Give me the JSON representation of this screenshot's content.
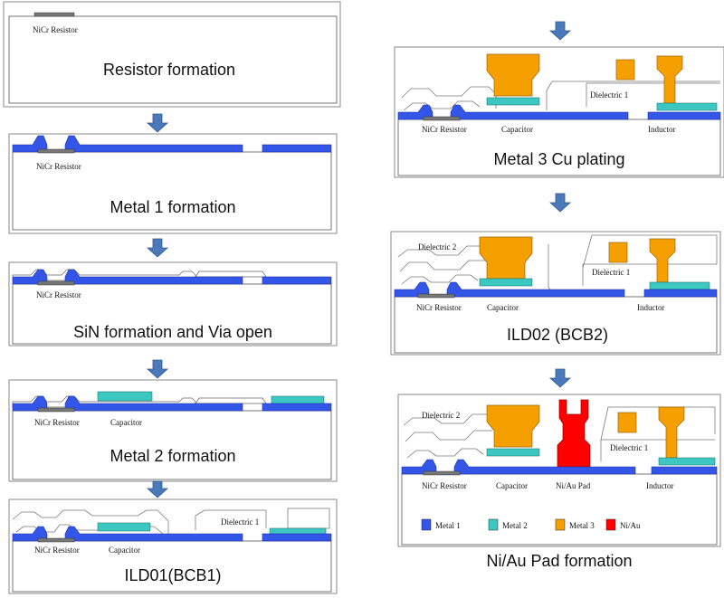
{
  "steps": [
    {
      "title": "Resistor formation",
      "labels": [
        "NiCr Resistor"
      ]
    },
    {
      "title": "Metal 1 formation",
      "labels": [
        "NiCr Resistor"
      ]
    },
    {
      "title": "SiN formation and Via open",
      "labels": [
        "NiCr Resistor"
      ]
    },
    {
      "title": "Metal 2 formation",
      "labels": [
        "NiCr Resistor",
        "Capacitor"
      ]
    },
    {
      "title": "ILD01(BCB1)",
      "labels": [
        "NiCr Resistor",
        "Capacitor",
        "Dielectric 1"
      ]
    },
    {
      "title": "Metal 3 Cu plating",
      "labels": [
        "NiCr Resistor",
        "Capacitor",
        "Inductor",
        "Dielectric 1"
      ]
    },
    {
      "title": "ILD02 (BCB2)",
      "labels": [
        "NiCr Resistor",
        "Capacitor",
        "Inductor",
        "Dielectric 1",
        "Dielectric 2"
      ]
    },
    {
      "title": "Ni/Au Pad formation",
      "labels": [
        "NiCr Resistor",
        "Capacitor",
        "Ni/Au Pad",
        "Inductor",
        "Dielectric 1",
        "Dielectric 2"
      ]
    }
  ],
  "legend": [
    {
      "label": "Metal 1",
      "color": "#3355e8"
    },
    {
      "label": "Metal 2",
      "color": "#3cc8c0"
    },
    {
      "label": "Metal 3",
      "color": "#f5a000"
    },
    {
      "label": "Ni/Au",
      "color": "#ff0000"
    }
  ]
}
